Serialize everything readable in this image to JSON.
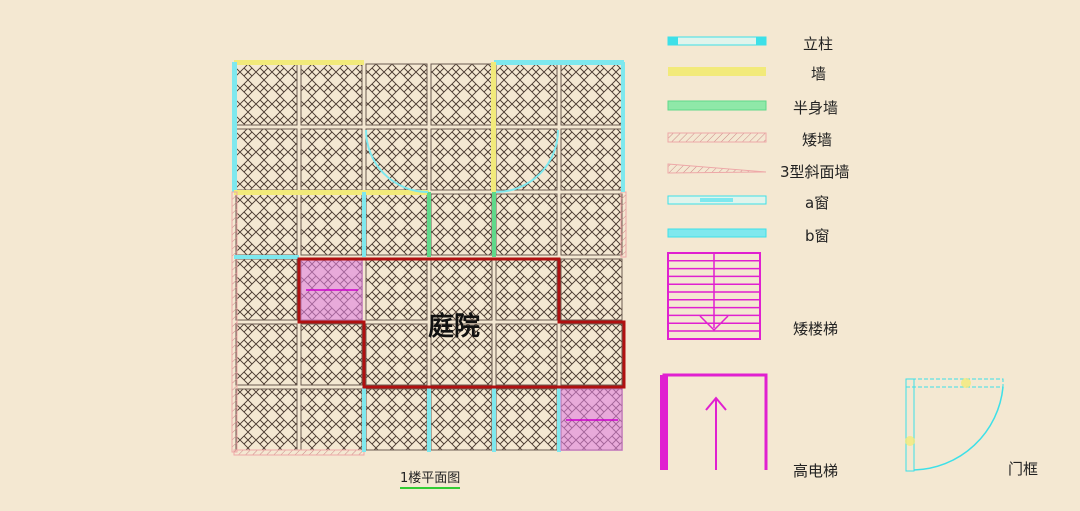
{
  "plan": {
    "courtyard_label": "庭院",
    "caption": "1楼平面图"
  },
  "legend": [
    {
      "label": "立柱",
      "icon": "pillar-icon"
    },
    {
      "label": "墙",
      "icon": "wall-icon"
    },
    {
      "label": "半身墙",
      "icon": "half-wall-icon"
    },
    {
      "label": "矮墙",
      "icon": "low-wall-icon"
    },
    {
      "label": "3型斜面墙",
      "icon": "sloped-wall-icon"
    },
    {
      "label": "a窗",
      "icon": "window-a-icon"
    },
    {
      "label": "b窗",
      "icon": "window-b-icon"
    },
    {
      "label": "矮楼梯",
      "icon": "low-stairs-icon"
    },
    {
      "label": "高电梯",
      "icon": "elevator-icon"
    },
    {
      "label": "门框",
      "icon": "door-frame-icon"
    }
  ],
  "colors": {
    "background": "#f4e8d2",
    "pillar": "#3de0e8",
    "wall": "#f2ea7a",
    "half_wall": "#5fd98a",
    "low_wall": "#eea8a8",
    "stairs": "#e020d0",
    "courtyard_outline": "#b01010"
  }
}
